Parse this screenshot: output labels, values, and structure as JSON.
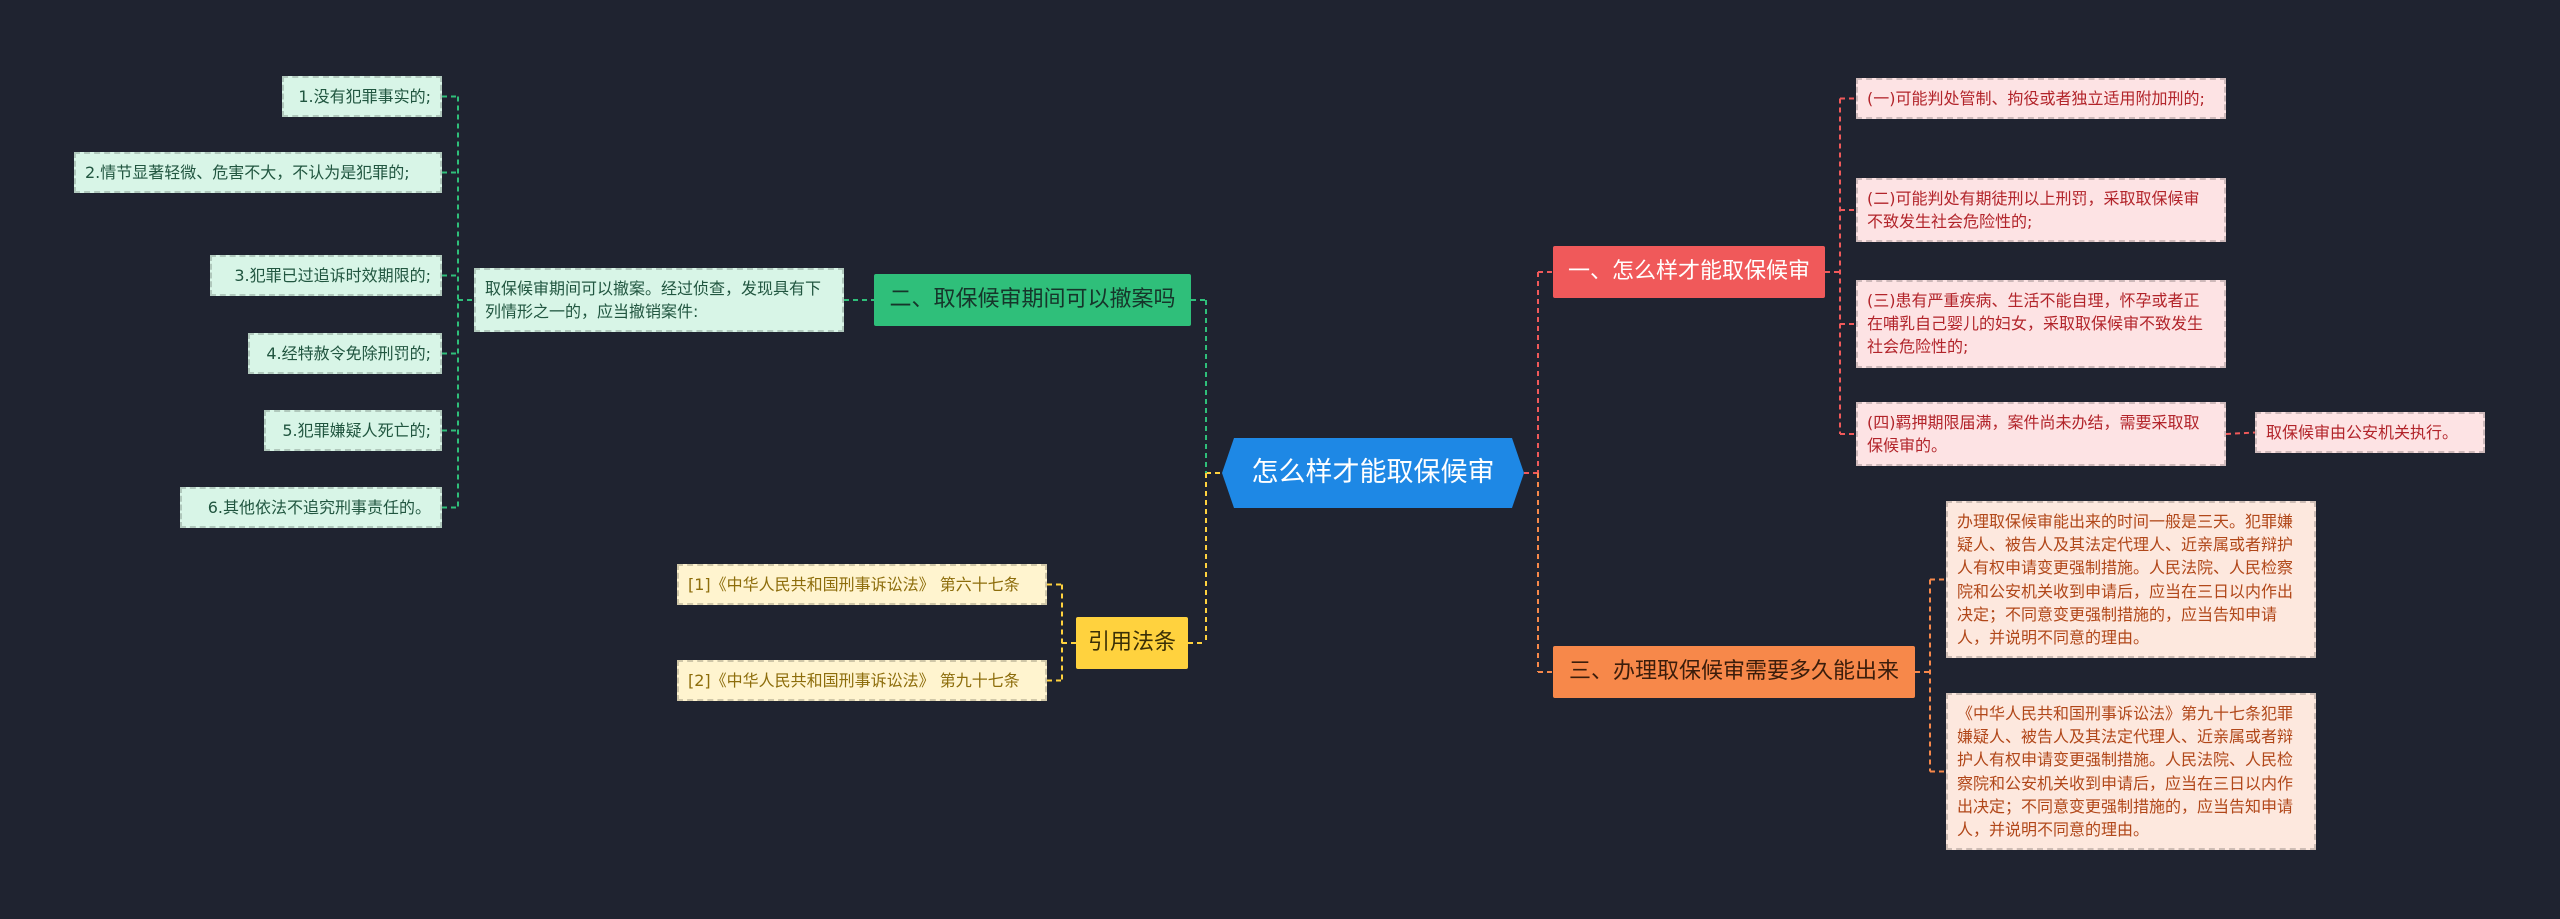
{
  "center": {
    "label": "怎么样才能取保候审"
  },
  "branches": {
    "b1": {
      "label": "一、怎么样才能取保候审",
      "items": [
        "(一)可能判处管制、拘役或者独立适用附加刑的;",
        "(二)可能判处有期徒刑以上刑罚，采取取保候审不致发生社会危险性的;",
        "(三)患有严重疾病、生活不能自理，怀孕或者正在哺乳自己婴儿的妇女，采取取保候审不致发生社会危险性的;",
        "(四)羁押期限届满，案件尚未办结，需要采取取保候审的。"
      ],
      "sub_item": "取保候审由公安机关执行。"
    },
    "b2": {
      "label": "二、取保候审期间可以撤案吗",
      "intro": "取保候审期间可以撤案。经过侦查，发现具有下列情形之一的，应当撤销案件:",
      "items": [
        "1.没有犯罪事实的;",
        "2.情节显著轻微、危害不大，不认为是犯罪的;",
        "3.犯罪已过追诉时效期限的;",
        "4.经特赦令免除刑罚的;",
        "5.犯罪嫌疑人死亡的;",
        "6.其他依法不追究刑事责任的。"
      ]
    },
    "b3": {
      "label": "三、办理取保候审需要多久能出来",
      "items": [
        "办理取保候审能出来的时间一般是三天。犯罪嫌疑人、被告人及其法定代理人、近亲属或者辩护人有权申请变更强制措施。人民法院、人民检察院和公安机关收到申请后，应当在三日以内作出决定；不同意变更强制措施的，应当告知申请人，并说明不同意的理由。",
        "《中华人民共和国刑事诉讼法》第九十七条犯罪嫌疑人、被告人及其法定代理人、近亲属或者辩护人有权申请变更强制措施。人民法院、人民检察院和公安机关收到申请后，应当在三日以内作出决定；不同意变更强制措施的，应当告知申请人，并说明不同意的理由。"
      ]
    },
    "b4": {
      "label": "引用法条",
      "items": [
        "[1]《中华人民共和国刑事诉讼法》 第六十七条",
        "[2]《中华人民共和国刑事诉讼法》 第九十七条"
      ]
    }
  },
  "colors": {
    "background": "#1f2330",
    "center": "#1e88e5",
    "branch1": "#f0595a",
    "branch2": "#2fbf7a",
    "branch3": "#f7884a",
    "branch4": "#ffd23e"
  }
}
